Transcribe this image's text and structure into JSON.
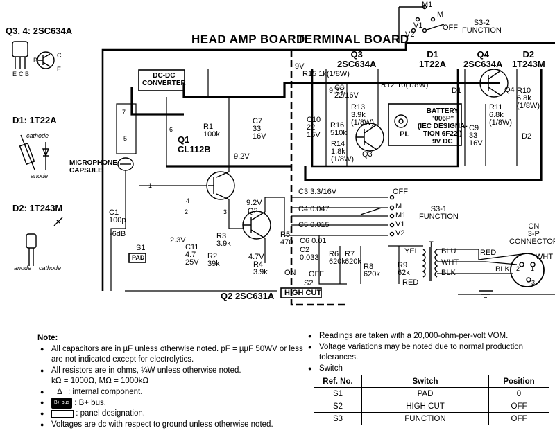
{
  "board_titles": {
    "head_amp": "HEAD AMP BOARD",
    "terminal": "TERMINAL BOARD"
  },
  "legend": {
    "q34_title": "Q3, 4: 2SC634A",
    "q34_pins": [
      "E",
      "C",
      "B",
      "C",
      "B",
      "E"
    ],
    "d1_title": "D1:  1T22A",
    "d1_cathode": "cathode",
    "d1_anode": "anode",
    "d2_title": "D2:  1T243M",
    "d2_anode": "anode",
    "d2_cathode": "cathode"
  },
  "labels": {
    "dcdc": "DC-DC\nCONVERTER",
    "mic": "MICROPHONE\nCAPSULE",
    "q1": "Q1\nCL112B",
    "r1": "R1\n100k",
    "v92_q1": "9.2V",
    "c7": "C7\n33\n16V",
    "v9": "9V",
    "r15": "R15  1k(1/8W)",
    "v92_top": "9.2V",
    "q3_title": "Q3\n2SC634A",
    "c8": "C8\n22/16V",
    "r12": "R12   10(1/8W)",
    "c10": "C10\n22\n16V",
    "r16": "R16\n510k",
    "r13": "R13\n3.9k\n(1/8W)",
    "r14": "R14\n1.8k\n(1/8W)",
    "q3": "Q3",
    "battery": "BATTERY\n\"006P\"\n(IEC DESIGNA-\nTION 6F22 )\n9V DC",
    "pl": "PL",
    "d1_title": "D1\n1T22A",
    "q4_title": "Q4\n2SC634A",
    "d2_title": "D2\n1T243M",
    "d1": "D1",
    "q4": "Q4",
    "r10": "R10\n6.8k\n(1/8W)",
    "r11": "R11\n6.8k\n(1/8W)",
    "c9": "C9\n33\n16V",
    "d2": "D2",
    "m1": "M1",
    "m": "M",
    "v1": "V1",
    "v2": "V2",
    "off_top": "OFF",
    "s3_2": "S3-2\nFUNCTION",
    "c1": "C1\n100p",
    "db": "-6dB",
    "s1": "S1",
    "pad": "PAD",
    "v23": "2.3V",
    "c11": "C11\n4.7\n25V",
    "r2": "R2\n39k",
    "v92_q2": "9.2V",
    "q2": "Q2",
    "r3": "R3\n3.9k",
    "v47": "4.7V",
    "r4": "R4\n3.9k",
    "n_1": "1",
    "n_2": "2",
    "n_3": "3",
    "n_4": "4",
    "n_5": "5",
    "n_6": "6",
    "n_7": "7",
    "c3": "C3   3.3/16V",
    "c4": "C4   0.047",
    "c5": "C5   0.015",
    "c6": "C6   0.01",
    "r5": "R5\n470",
    "c2": "C2\n0.033",
    "r6": "R6\n620k",
    "r7": "R7\n620k",
    "r8": "R8\n620k",
    "r9": "R9\n62k",
    "yel": "YEL",
    "red_left": "RED",
    "on": "ON",
    "off_s2": "OFF",
    "s2": "S2",
    "high_cut": "HIGH CUT",
    "off_s3": "OFF",
    "sw_m": "M",
    "sw_m1": "M1",
    "sw_v1": "V1",
    "sw_v2": "V2",
    "s3_1": "S3-1\nFUNCTION",
    "t": "T",
    "blu": "BLU",
    "wht": "WHT",
    "blk": "BLK",
    "red_right": "RED",
    "blk_right": "BLK",
    "cn": "CN\n3-P\nCONNECTOR",
    "wht_right": "WHT",
    "p1": "1",
    "p2": "2",
    "p3": "3",
    "q2_title": "Q2  2SC631A"
  },
  "notes": {
    "title": "Note:",
    "cap": "All capacitors are in µF unless otherwise noted. pF = µµF 50WV or less are not indicated except for electrolytics.",
    "res": "All resistors are in ohms, ¼W unless otherwise noted.",
    "units": "kΩ = 1000Ω, MΩ = 1000kΩ",
    "internal_sym": "Δ",
    "internal": ": internal component.",
    "bplus_chip": "B+ bus",
    "bplus": ": B+ bus.",
    "panel": ": panel designation.",
    "voltages": "Voltages are dc with respect to ground unless otherwise noted.",
    "readings": "Readings are taken with a 20,000-ohm-per-volt VOM.",
    "variations": "Voltage variations may be noted due to normal production tolerances.",
    "switch": "Switch"
  },
  "switch_table": {
    "headers": [
      "Ref. No.",
      "Switch",
      "Position"
    ],
    "rows": [
      [
        "S1",
        "PAD",
        "0"
      ],
      [
        "S2",
        "HIGH CUT",
        "OFF"
      ],
      [
        "S3",
        "FUNCTION",
        "OFF"
      ]
    ]
  }
}
